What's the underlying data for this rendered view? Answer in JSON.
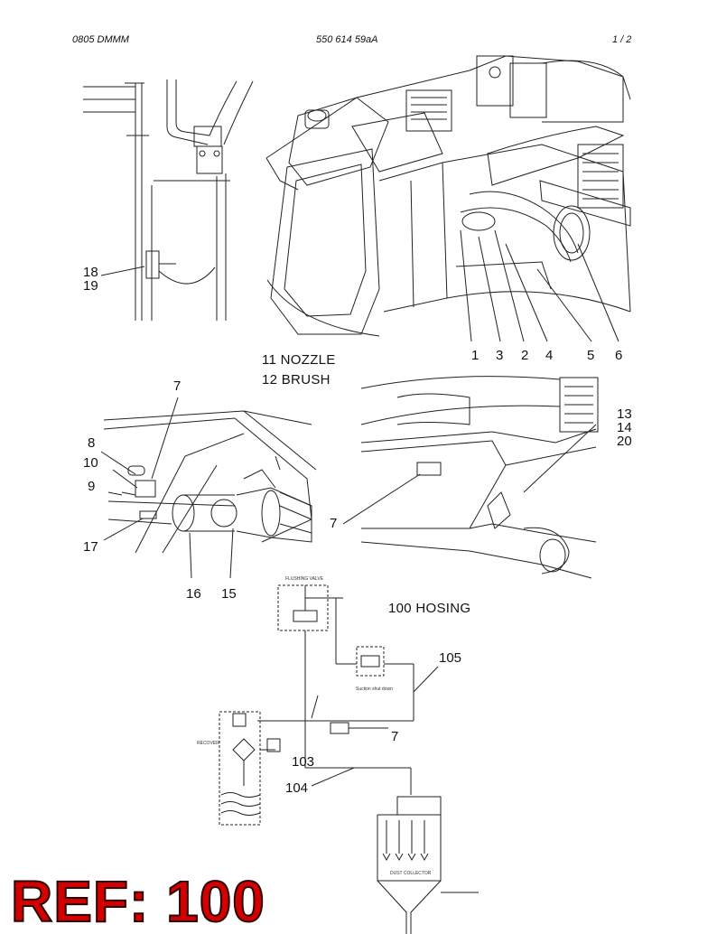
{
  "header": {
    "left": "0805 DMMM",
    "center": "550 614 59aA",
    "right": "1 /   2"
  },
  "captions": {
    "nozzle": "11  NOZZLE",
    "brush": "12  BRUSH",
    "hosing": "100  HOSING"
  },
  "callouts": {
    "c18": "18",
    "c19": "19",
    "c1": "1",
    "c3": "3",
    "c2": "2",
    "c4": "4",
    "c5": "5",
    "c6": "6",
    "c7a": "7",
    "c8": "8",
    "c10": "10",
    "c9": "9",
    "c17": "17",
    "c16": "16",
    "c15": "15",
    "c13": "13",
    "c14": "14",
    "c20": "20",
    "c7b": "7",
    "c105": "105",
    "c7c": "7",
    "c103": "103",
    "c104": "104"
  },
  "schematic_labels": {
    "flushing_valve": "FLUSHING VALVE",
    "suction_shut_down": "Suction shut down",
    "recover": "RECOVER",
    "dust_collector": "DUST COLLECTOR"
  },
  "ref_stamp": "REF: 100",
  "colors": {
    "ref_fill": "#d20000",
    "line": "#222222"
  }
}
